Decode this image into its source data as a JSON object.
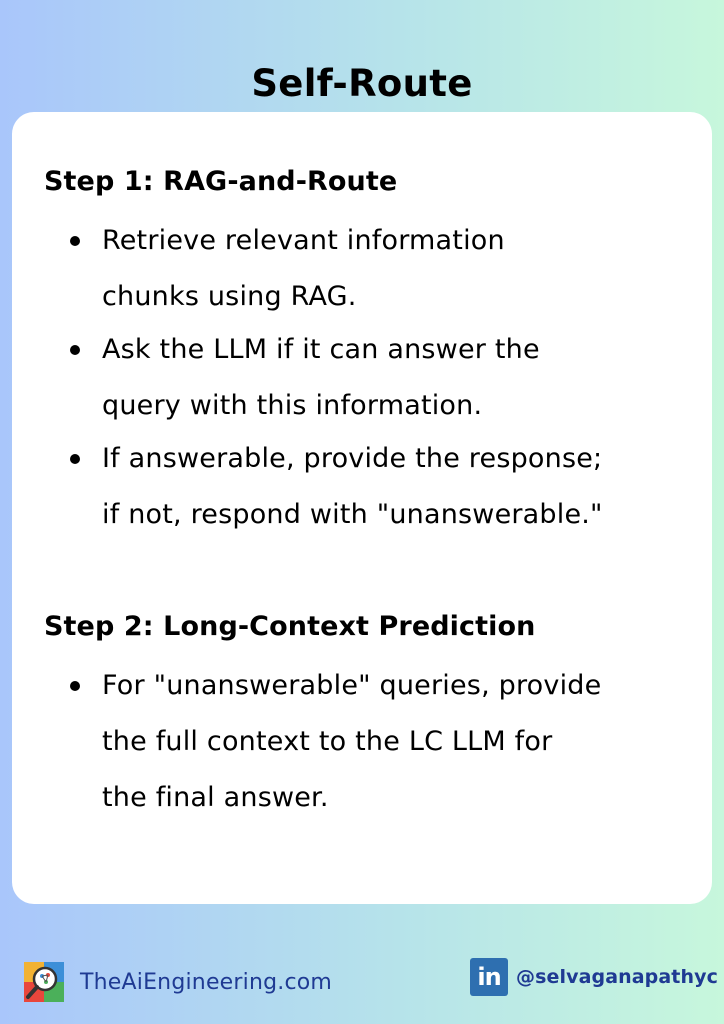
{
  "title": "Self-Route",
  "steps": [
    {
      "heading": "Step 1: RAG-and-Route",
      "bullets": [
        [
          "Retrieve relevant information",
          "chunks using RAG."
        ],
        [
          "Ask the LLM if it can answer the",
          "query with this information."
        ],
        [
          "If answerable, provide the response;",
          "if not, respond with \"unanswerable.\""
        ]
      ]
    },
    {
      "heading": "Step 2: Long-Context Prediction",
      "bullets": [
        [
          "For \"unanswerable\" queries, provide",
          "the full context to the LC LLM for",
          "the final answer."
        ]
      ]
    }
  ],
  "footer": {
    "site": "TheAiEngineering.com",
    "site_icon": "brain-magnifier-logo-icon",
    "linkedin_icon_text": "in",
    "linkedin_handle": "@selvaganapathyc"
  },
  "colors": {
    "gradient_left": "#a9c6fb",
    "gradient_right": "#c7f7dc",
    "link": "#1f3a93",
    "linkedin": "#2e6fb0"
  }
}
